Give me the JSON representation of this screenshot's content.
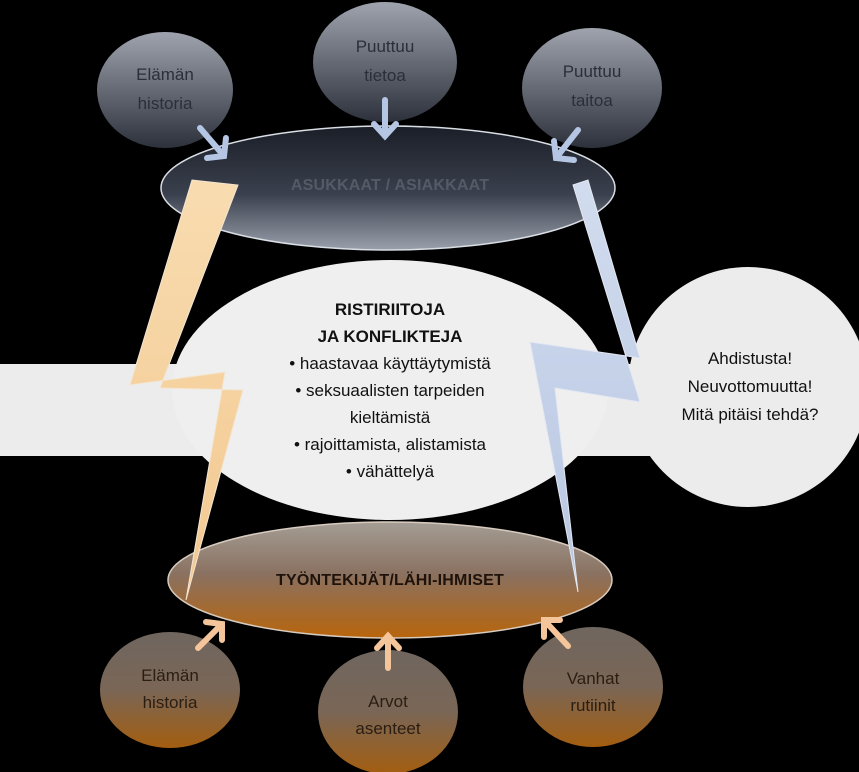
{
  "top_circles": [
    {
      "lines": [
        "Elämän",
        "historia"
      ]
    },
    {
      "lines": [
        "Puuttuu",
        "tietoa"
      ]
    },
    {
      "lines": [
        "Puuttuu",
        "taitoa"
      ]
    }
  ],
  "top_band": {
    "label": "ASUKKAAT / ASIAKKAAT"
  },
  "center": {
    "heading": [
      "RISTIRIITOJA",
      "JA KONFLIKTEJA"
    ],
    "bullets": [
      "• haastavaa käyttäytymistä",
      "• seksuaalisten tarpeiden",
      "kieltämistä",
      "• rajoittamista, alistamista",
      "• vähättelyä"
    ]
  },
  "right_bubble": {
    "lines": [
      "Ahdistusta!",
      "Neuvottomuutta!",
      "Mitä pitäisi tehdä?"
    ]
  },
  "bottom_band": {
    "label": "TYÖNTEKIJÄT/LÄHI-IHMISET"
  },
  "bottom_circles": [
    {
      "lines": [
        "Elämän",
        "historia"
      ]
    },
    {
      "lines": [
        "Arvot",
        "asenteet"
      ]
    },
    {
      "lines": [
        "Vanhat",
        "rutiinit"
      ]
    }
  ],
  "colors": {
    "background": "#000000",
    "top_circle_light": "#9ea3ae",
    "top_circle_dark": "#2c313c",
    "bottom_circle_light": "#7a6a5d",
    "bottom_circle_dark": "#9a5a12",
    "bolt_left": "#f6d4a0",
    "bolt_right": "#c5d3ea",
    "arrow_top": "#b4c6e4",
    "arrow_bottom": "#f4c49a"
  }
}
